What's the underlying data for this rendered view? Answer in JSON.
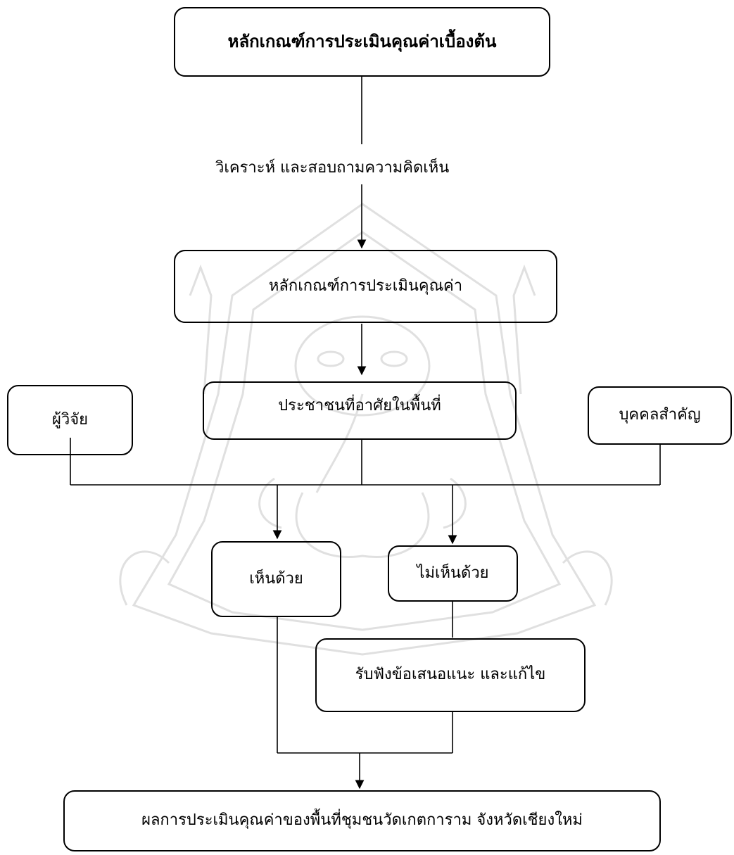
{
  "diagram": {
    "top_box": "หลักเกณฑ์การประเมินคุณค่าเบื้องต้น",
    "process_label": "วิเคราะห์ และสอบถามความคิดเห็น",
    "criteria_box": "หลักเกณฑ์การประเมินคุณค่า",
    "residents_box": "ประชาชนที่อาศัยในพื้นที่",
    "researcher_box": "ผู้วิจัย",
    "key_person_box": "บุคคลสำคัญ",
    "agree_box": "เห็นด้วย",
    "disagree_box": "ไม่เห็นด้วย",
    "revise_box": "รับฟังข้อเสนอแนะ และแก้ไข",
    "result_box": "ผลการประเมินคุณค่าของพื้นที่ชุมชนวัดเกตการาม จังหวัดเชียงใหม่"
  },
  "colors": {
    "stroke": "#000000",
    "watermark": "#bdbdbd"
  }
}
